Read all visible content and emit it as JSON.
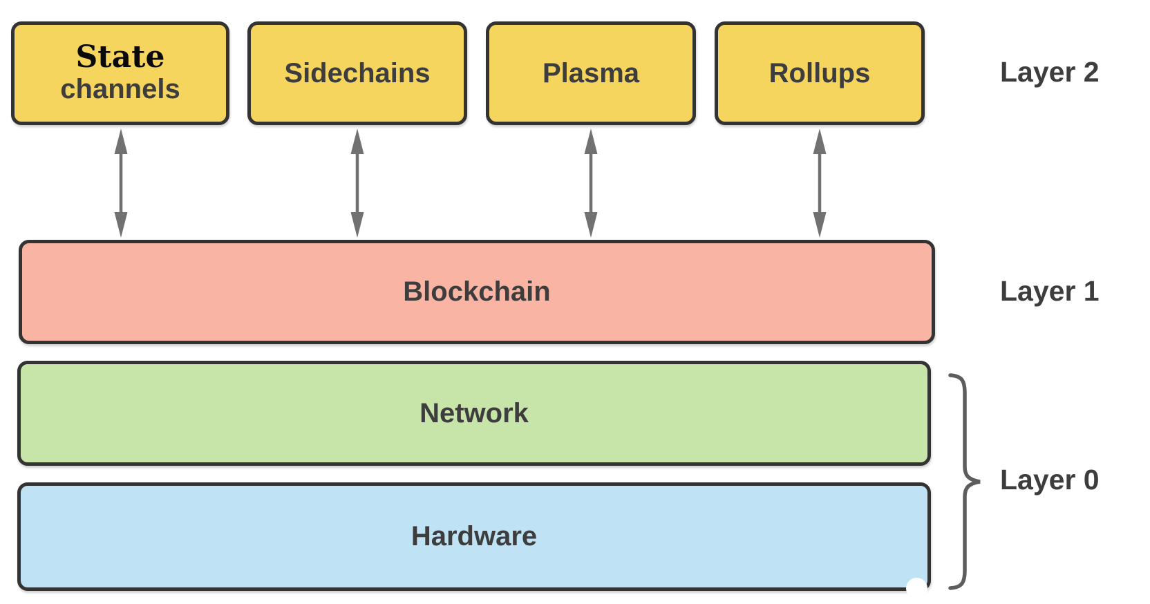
{
  "colors": {
    "layer2_fill": "#F6D55F",
    "layer1_fill": "#F9B4A4",
    "network_fill": "#C7E4A9",
    "hardware_fill": "#BFE3F5",
    "box_border": "#333333",
    "arrow": "#717171",
    "brace": "#5D5D5D",
    "label_text": "#3D3D3D",
    "state_text": "#0A0A0A",
    "canvas_bg": "#FFFFFF"
  },
  "layer2": {
    "side_label": "Layer 2",
    "boxes": {
      "state_channels": {
        "line1": "State",
        "line2": "channels"
      },
      "sidechains": {
        "label": "Sidechains"
      },
      "plasma": {
        "label": "Plasma"
      },
      "rollups": {
        "label": "Rollups"
      }
    }
  },
  "layer1": {
    "side_label": "Layer 1",
    "box": {
      "label": "Blockchain"
    }
  },
  "layer0": {
    "side_label": "Layer 0",
    "boxes": {
      "network": {
        "label": "Network"
      },
      "hardware": {
        "label": "Hardware"
      }
    }
  },
  "icons": {
    "arrow": "bidirectional-vertical-arrow",
    "brace": "right-curly-brace"
  }
}
